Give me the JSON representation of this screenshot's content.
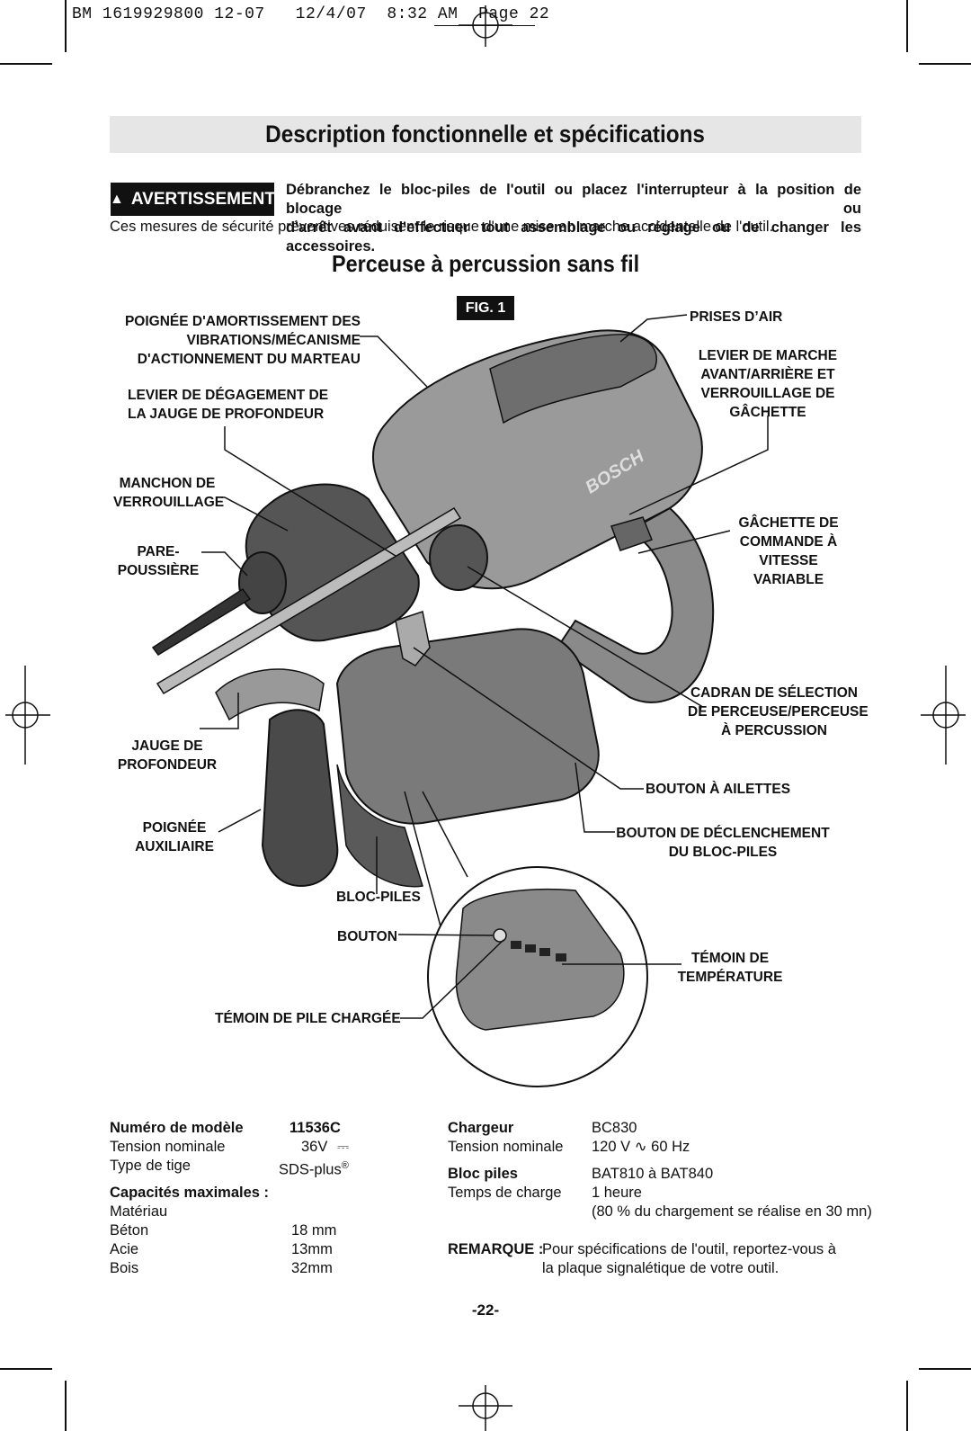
{
  "header": {
    "print_line": "BM 1619929800 12-07   12/4/07  8:32 AM  Page 22"
  },
  "title": "Description fonctionnelle et spécifications",
  "warning": {
    "badge_icon": "warning-triangle-icon",
    "badge_label": "AVERTISSEMENT",
    "line1": "Débranchez le bloc-piles de l'outil ou placez l'interrupteur à la position de blocage ou",
    "line2": "d'arrêt avant d'effectuer tout assemblage ou réglage ou de changer les accessoires.",
    "safety_note": "Ces mesures de sécurité préventives réduisent le risque d'une mise en marche accidentelle de l'outil."
  },
  "tool_title": "Perceuse à percussion sans fil",
  "fig_label": "FIG. 1",
  "callouts": {
    "vibration_handle": [
      "POIGNÉE D'AMORTISSEMENT DES",
      "VIBRATIONS/MÉCANISME",
      "D'ACTIONNEMENT DU MARTEAU"
    ],
    "depth_gauge_release": [
      "LEVIER DE DÉGAGEMENT DE",
      "LA JAUGE DE PROFONDEUR"
    ],
    "locking_sleeve": [
      "MANCHON DE",
      "VERROUILLAGE"
    ],
    "dust_shield": [
      "PARE-",
      "POUSSIÈRE"
    ],
    "depth_gauge": [
      "JAUGE DE",
      "PROFONDEUR"
    ],
    "aux_handle": [
      "POIGNÉE",
      "AUXILIAIRE"
    ],
    "battery_pack": "BLOC-PILES",
    "button": "BOUTON",
    "charge_indicator": "TÉMOIN DE PILE CHARGÉE",
    "air_vents": "PRISES D’AIR",
    "fwd_rev_lever": [
      "LEVIER DE MARCHE",
      "AVANT/ARRIÈRE ET",
      "VERROUILLAGE DE",
      "GÂCHETTE"
    ],
    "trigger": [
      "GÂCHETTE DE",
      "COMMANDE À",
      "VITESSE",
      "VARIABLE"
    ],
    "mode_selector": [
      "CADRAN DE SÉLECTION",
      "DE PERCEUSE/PERCEUSE",
      "À PERCUSSION"
    ],
    "wing_button": "BOUTON À AILETTES",
    "battery_release": [
      "BOUTON DE DÉCLENCHEMENT",
      "DU BLOC-PILES"
    ],
    "temp_indicator": [
      "TÉMOIN DE",
      "TEMPÉRATURE"
    ],
    "tool_brand": "BOSCH"
  },
  "specs_left": {
    "model_label": "Numéro de modèle",
    "model_value": "11536C",
    "voltage_label": "Tension nominale",
    "voltage_value": "36V",
    "voltage_symbol": "⎓",
    "shank_label": "Type de tige",
    "shank_value": "SDS-plus",
    "shank_mark": "®",
    "capacities_label": "Capacités maximales :",
    "material_label": "Matériau",
    "rows": [
      {
        "label": "Béton",
        "value": "18 mm"
      },
      {
        "label": "Acie",
        "value": "13mm"
      },
      {
        "label": "Bois",
        "value": "32mm"
      }
    ]
  },
  "specs_right": {
    "charger_label": "Chargeur",
    "charger_value": "BC830",
    "voltage_label": "Tension nominale",
    "voltage_value": "120 V",
    "ac_symbol": "∿",
    "voltage_hz": "60 Hz",
    "battery_label": "Bloc piles",
    "battery_value": "BAT810 à BAT840",
    "charge_time_label": "Temps de charge",
    "charge_time_value": "1 heure",
    "charge_note": "(80 % du chargement se réalise en 30 mn)",
    "note_label": "REMARQUE :",
    "note_line1": "Pour spécifications de l'outil, reportez-vous à",
    "note_line2": "la plaque signalétique de votre outil."
  },
  "page_number": "-22-"
}
